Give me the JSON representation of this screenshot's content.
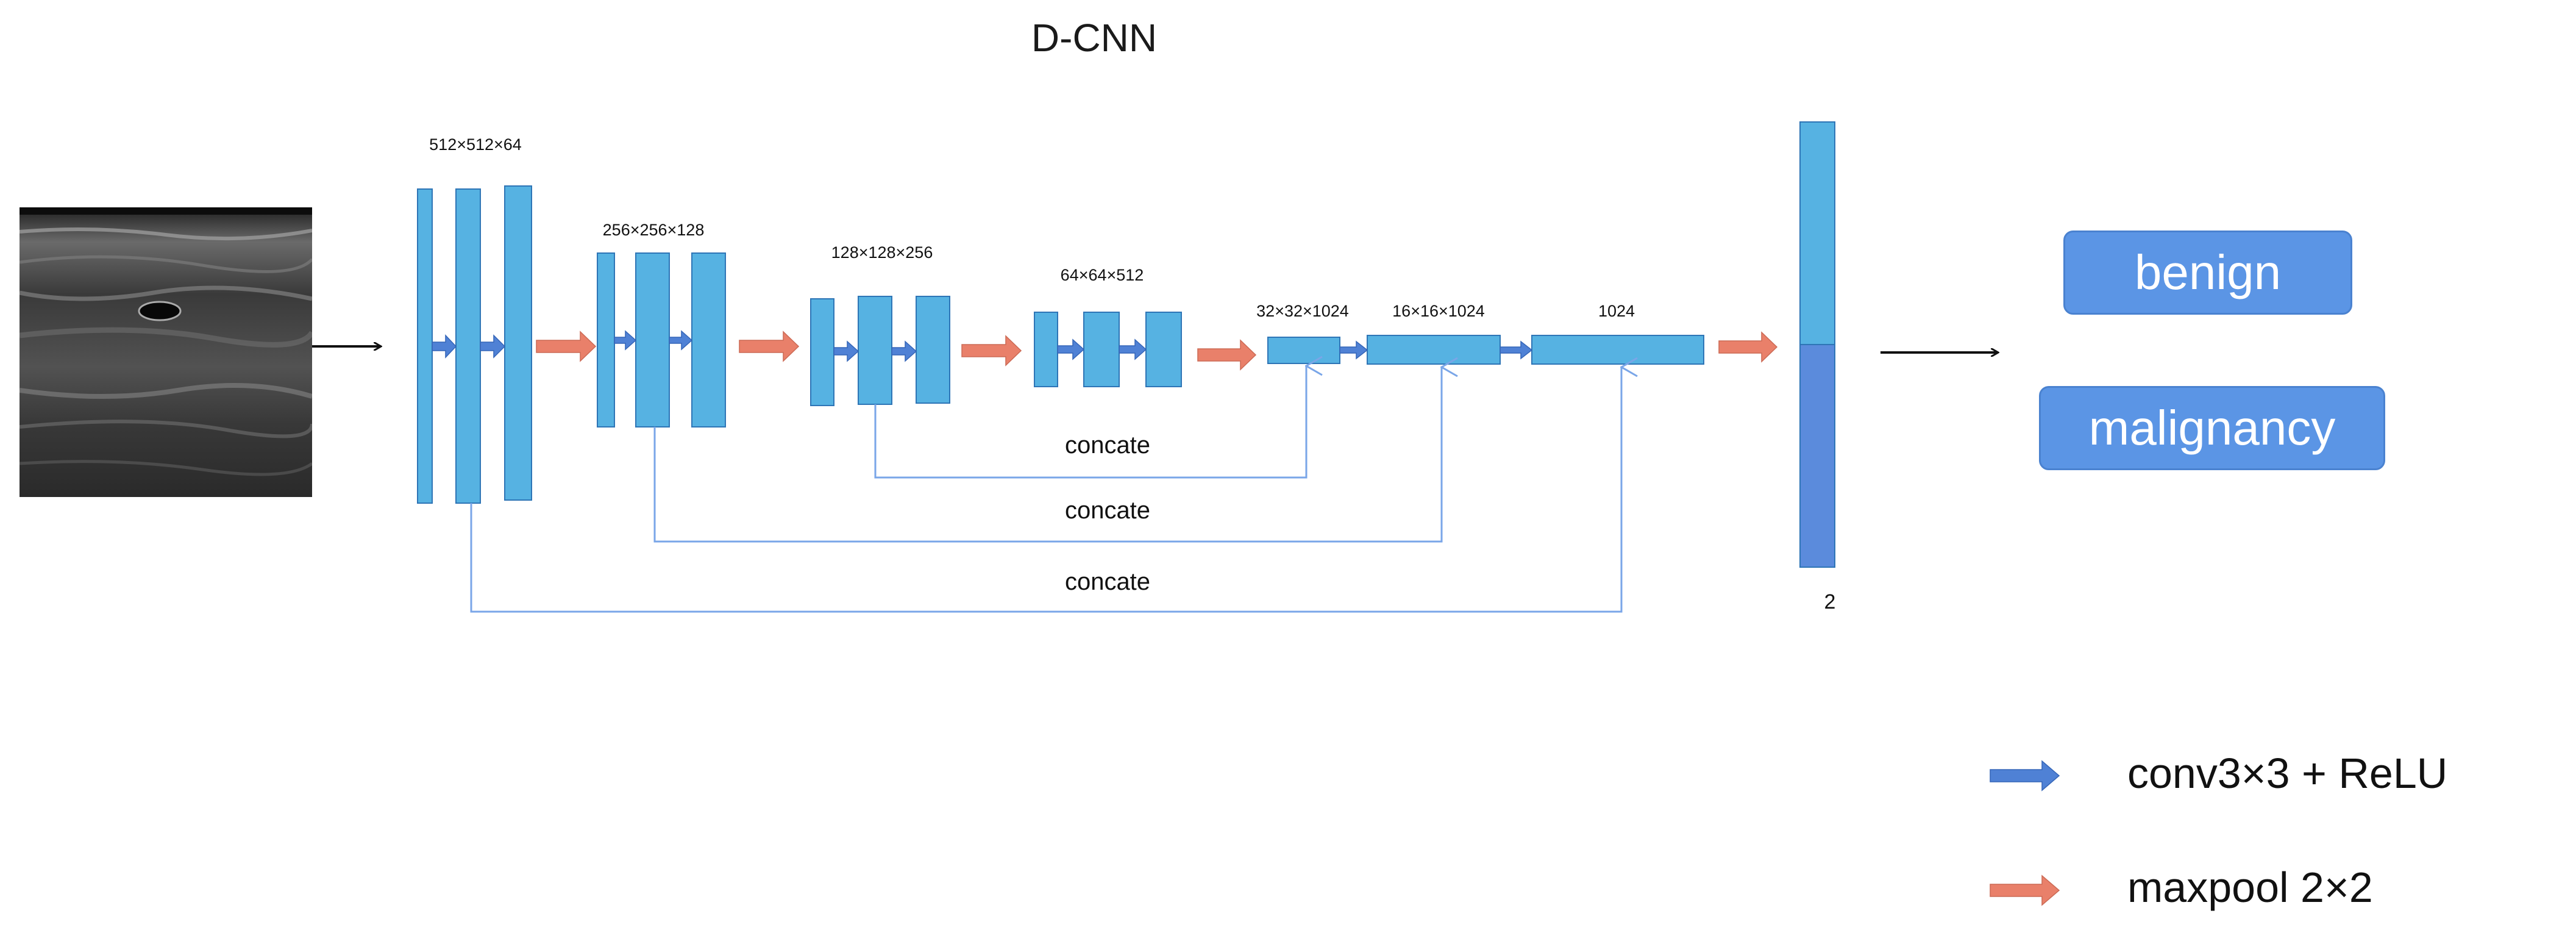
{
  "title": "D-CNN",
  "layer_dims": {
    "l1": "512×512×64",
    "l2": "256×256×128",
    "l3": "128×128×256",
    "l4": "64×64×512",
    "l5": "32×32×1024",
    "l6": "16×16×1024",
    "l7": "1024"
  },
  "concat_label": "concate",
  "output_size": "2",
  "classes": [
    "benign",
    "malignancy"
  ],
  "legend": [
    {
      "label": "conv3×3 + ReLU",
      "color": "#4f81d5"
    },
    {
      "label": "maxpool 2×2",
      "color": "#e9806a"
    }
  ],
  "colors": {
    "block_fill": "#56b2e2",
    "block_stroke": "#2e75b6",
    "output_bottom": "#5b8bdc",
    "conv_arrow": "#4f81d5",
    "pool_arrow": "#e9806a",
    "skip_line": "#7aa6e8",
    "class_pill": "#5b95e5"
  }
}
